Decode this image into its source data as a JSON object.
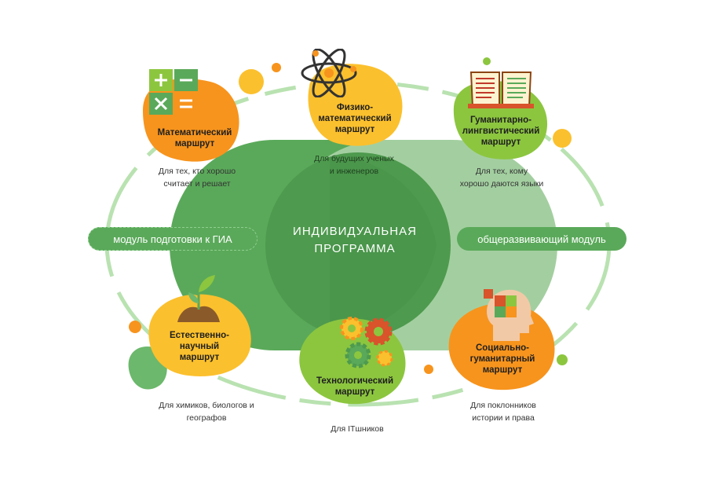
{
  "center": {
    "line1": "ИНДИВИДУАЛЬНАЯ",
    "line2": "ПРОГРАММА"
  },
  "modules": {
    "left": "модуль подготовки к ГИА",
    "right": "общеразвивающий модуль"
  },
  "routes": {
    "math": {
      "title": [
        "Математический",
        "маршрут"
      ],
      "desc": [
        "Для тех, кто хорошо",
        "считает и решает"
      ],
      "icon": "calculator-icon"
    },
    "physmath": {
      "title": [
        "Физико-",
        "математический",
        "маршрут"
      ],
      "desc": [
        "Для будущих ученых",
        "и инженеров"
      ],
      "icon": "atom-icon"
    },
    "humanities": {
      "title": [
        "Гуманитарно-",
        "лингвистический",
        "маршрут"
      ],
      "desc": [
        "Для тех, кому",
        "хорошо даются языки"
      ],
      "icon": "book-icon"
    },
    "science": {
      "title": [
        "Естественно-",
        "научный",
        "маршрут"
      ],
      "desc": [
        "Для химиков, биологов и",
        "географов"
      ],
      "icon": "sprout-icon"
    },
    "tech": {
      "title": [
        "Технологический",
        "маршрут"
      ],
      "desc": [
        "Для ITшников"
      ],
      "icon": "gears-icon"
    },
    "social": {
      "title": [
        "Социально-",
        "гуманитарный",
        "маршрут"
      ],
      "desc": [
        "Для поклонников",
        "истории и права"
      ],
      "icon": "head-puzzle-icon"
    }
  },
  "colors": {
    "orange": "#f7941d",
    "yellow": "#fbc02d",
    "green_dark": "#4e9a4e",
    "green_mid": "#6cb86c",
    "green_light": "#a9d9a3",
    "green_lime": "#8cc63f"
  }
}
